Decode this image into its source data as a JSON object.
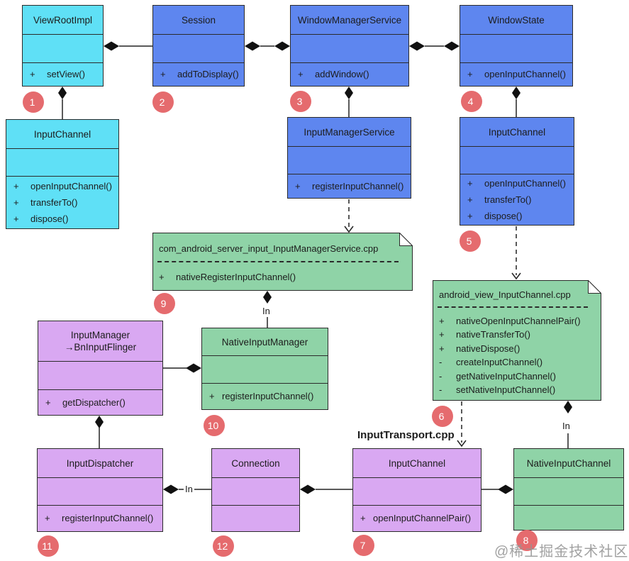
{
  "classes": {
    "view_root_impl": {
      "title": "ViewRootImpl",
      "methods": [
        {
          "pfx": "+",
          "name": "setView()"
        }
      ]
    },
    "session": {
      "title": "Session",
      "methods": [
        {
          "pfx": "+",
          "name": "addToDisplay()"
        }
      ]
    },
    "window_manager_service": {
      "title": "WindowManagerService",
      "methods": [
        {
          "pfx": "+",
          "name": "addWindow()"
        }
      ]
    },
    "window_state": {
      "title": "WindowState",
      "methods": [
        {
          "pfx": "+",
          "name": "openInputChannel()"
        }
      ]
    },
    "input_channel_app": {
      "title": "InputChannel",
      "methods": [
        {
          "pfx": "+",
          "name": "openInputChannel()"
        },
        {
          "pfx": "+",
          "name": "transferTo()"
        },
        {
          "pfx": "+",
          "name": "dispose()"
        }
      ]
    },
    "input_manager_service": {
      "title": "InputManagerService",
      "methods": [
        {
          "pfx": "+",
          "name": "registerInputChannel()"
        }
      ]
    },
    "input_channel_server": {
      "title": "InputChannel",
      "methods": [
        {
          "pfx": "+",
          "name": "openInputChannel()"
        },
        {
          "pfx": "+",
          "name": "transferTo()"
        },
        {
          "pfx": "+",
          "name": "dispose()"
        }
      ]
    },
    "input_manager": {
      "title_line1": "InputManager",
      "title_line2": "→BnInputFlinger",
      "methods": [
        {
          "pfx": "+",
          "name": "getDispatcher()"
        }
      ]
    },
    "native_input_manager": {
      "title": "NativeInputManager",
      "methods": [
        {
          "pfx": "+",
          "name": "registerInputChannel()"
        }
      ]
    },
    "input_dispatcher": {
      "title": "InputDispatcher",
      "methods": [
        {
          "pfx": "+",
          "name": "registerInputChannel()"
        }
      ]
    },
    "connection": {
      "title": "Connection",
      "methods": []
    },
    "input_channel_native": {
      "title": "InputChannel",
      "methods": [
        {
          "pfx": "+",
          "name": "openInputChannelPair()"
        }
      ]
    },
    "native_input_channel": {
      "title": "NativeInputChannel",
      "methods": []
    }
  },
  "notes": {
    "ims_note": {
      "title": "com_android_server_input_InputManagerService.cpp",
      "methods": [
        {
          "pfx": "+",
          "name": "nativeRegisterInputChannel()"
        }
      ]
    },
    "ic_note": {
      "title": "android_view_InputChannel.cpp",
      "methods": [
        {
          "pfx": "+",
          "name": "nativeOpenInputChannelPair()"
        },
        {
          "pfx": "+",
          "name": "nativeTransferTo()"
        },
        {
          "pfx": "+",
          "name": "nativeDispose()"
        },
        {
          "pfx": "-",
          "name": "createInputChannel()"
        },
        {
          "pfx": "-",
          "name": "getNativeInputChannel()"
        },
        {
          "pfx": "-",
          "name": "setNativeInputChannel()"
        }
      ]
    }
  },
  "badges": [
    "1",
    "2",
    "3",
    "4",
    "5",
    "6",
    "7",
    "8",
    "9",
    "10",
    "11",
    "12"
  ],
  "labels": {
    "in_native_manager": "In",
    "in_dispatcher_connection": "In",
    "in_native_channel": "In",
    "file_label": "InputTransport.cpp",
    "watermark": "@稀土掘金技术社区"
  },
  "colors": {
    "cyan": "#5FE0F6",
    "blue": "#5E86EF",
    "green": "#8FD3A7",
    "purple": "#D9A8F2",
    "badge_red": "#E56B6E",
    "border": "#2B2B2B"
  }
}
